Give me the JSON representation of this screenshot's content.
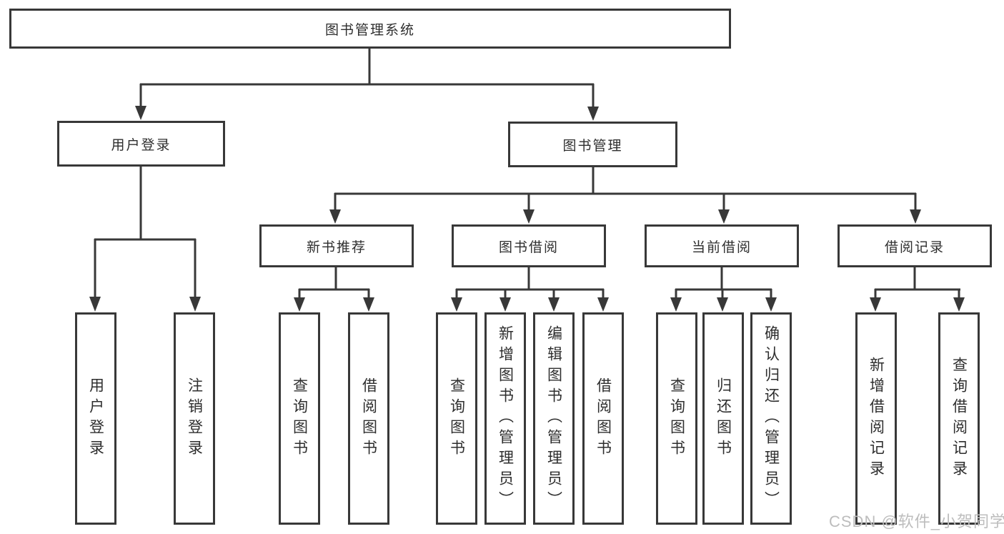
{
  "diagram": {
    "root": {
      "label": "图书管理系统"
    },
    "level2": {
      "user_login": {
        "label": "用户登录"
      },
      "book_management": {
        "label": "图书管理"
      }
    },
    "level3": {
      "new_book_recommend": {
        "label": "新书推荐"
      },
      "book_borrowing": {
        "label": "图书借阅"
      },
      "current_borrowing": {
        "label": "当前借阅"
      },
      "borrowing_records": {
        "label": "借阅记录"
      }
    },
    "leaves": {
      "user_login": "用户登录",
      "logout": "注销登录",
      "nb_query_books": "查询图书",
      "nb_borrow_books": "借阅图书",
      "bb_query_books": "查询图书",
      "bb_add_books_admin": "新增图书（管理员）",
      "bb_edit_books_admin": "编辑图书（管理员）",
      "bb_borrow_books": "借阅图书",
      "cb_query_books": "查询图书",
      "cb_return_books": "归还图书",
      "cb_confirm_return_admin": "确认归还（管理员）",
      "br_add_record": "新增借阅记录",
      "br_query_record": "查询借阅记录"
    },
    "watermark": "CSDN @软件_小贺同学",
    "colors": {
      "line": "#383838",
      "text": "#2e2e2e",
      "watermark": "#bdbdbd",
      "background": "#ffffff"
    }
  }
}
